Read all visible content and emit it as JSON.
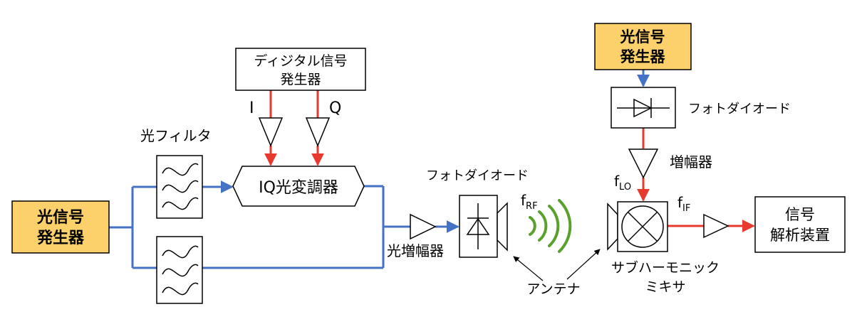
{
  "colors": {
    "optical_line": "#4472c4",
    "electrical_line": "#e8392f",
    "source_fill": "#fcd06a",
    "wave": "#5aa02c",
    "stroke": "#000000"
  },
  "blocks": {
    "optical_source_left": {
      "line1": "光信号",
      "line2": "発生器"
    },
    "optical_source_right": {
      "line1": "光信号",
      "line2": "発生器"
    },
    "digital_generator": {
      "line1": "ディジタル信号",
      "line2": "発生器"
    },
    "iq_modulator": {
      "label": "IQ光変調器"
    },
    "signal_analyzer": {
      "line1": "信号",
      "line2": "解析装置"
    }
  },
  "labels": {
    "optical_filter": "光フィルタ",
    "i_channel": "I",
    "q_channel": "Q",
    "optical_amplifier": "光増幅器",
    "photodiode_rx": "フォトダイオード",
    "photodiode_lo": "フォトダイオード",
    "amplifier": "増幅器",
    "subharmonic_mixer_line1": "サブハーモニック",
    "subharmonic_mixer_line2": "ミキサ",
    "antenna": "アンテナ"
  },
  "frequencies": {
    "rf": {
      "base": "f",
      "sub": "RF"
    },
    "lo": {
      "base": "f",
      "sub": "LO"
    },
    "if": {
      "base": "f",
      "sub": "IF"
    }
  },
  "icons": {
    "filter": "bandpass-filter-icon",
    "amplifier": "triangle-amplifier-icon",
    "photodiode": "diode-icon",
    "mixer": "crossed-circle-mixer-icon",
    "antenna": "horn-antenna-icon",
    "radio_wave": "radio-wave-icon"
  }
}
